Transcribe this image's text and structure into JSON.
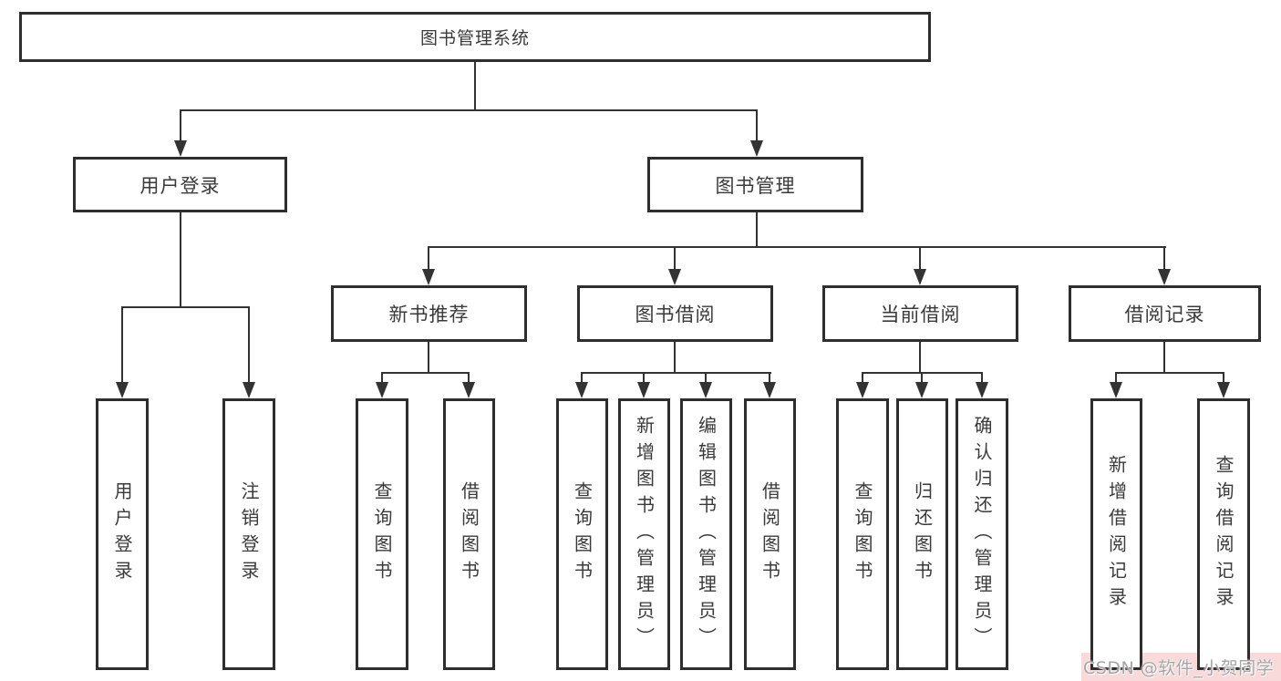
{
  "diagram": {
    "root": {
      "label": "图书管理系统"
    },
    "branches": [
      {
        "label": "用户登录",
        "children": [
          {
            "label": "用户登录"
          },
          {
            "label": "注销登录"
          }
        ]
      },
      {
        "label": "图书管理",
        "groups": [
          {
            "label": "新书推荐",
            "children": [
              {
                "label": "查询图书"
              },
              {
                "label": "借阅图书"
              }
            ]
          },
          {
            "label": "图书借阅",
            "children": [
              {
                "label": "查询图书"
              },
              {
                "label": "新增图书（管理员）"
              },
              {
                "label": "编辑图书（管理员）"
              },
              {
                "label": "借阅图书"
              }
            ]
          },
          {
            "label": "当前借阅",
            "children": [
              {
                "label": "查询图书"
              },
              {
                "label": "归还图书"
              },
              {
                "label": "确认归还（管理员）"
              }
            ]
          },
          {
            "label": "借阅记录",
            "children": [
              {
                "label": "新增借阅记录"
              },
              {
                "label": "查询借阅记录"
              }
            ]
          }
        ]
      }
    ]
  },
  "watermark": {
    "text": "CSDN @软件_小贺同学"
  },
  "colors": {
    "line": "#333333",
    "box_border": "#2e2e2e",
    "text": "#3a3a3a",
    "background": "#ffffff",
    "watermark_band": "#f9dada",
    "watermark_text": "#a6a6a6"
  }
}
